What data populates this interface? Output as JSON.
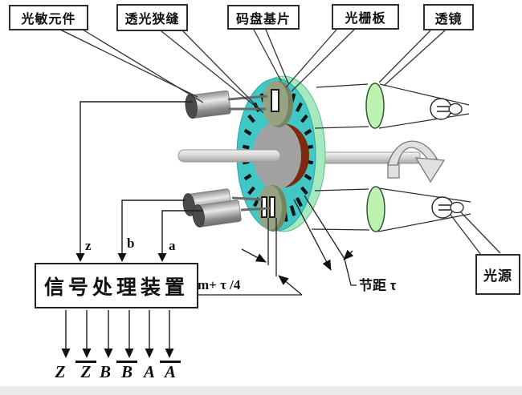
{
  "callouts": {
    "photosensitive_element": "光敏元件",
    "light_slit": "透光狭缝",
    "code_disk_substrate": "码盘基片",
    "grating_plate": "光栅板",
    "lens": "透镜",
    "light_source": "光源"
  },
  "signal_processor": {
    "label": "信号处理装置"
  },
  "annotations": {
    "pitch": "节距 τ",
    "offset": "m+ τ /4"
  },
  "input_signals": [
    "z",
    "b",
    "a"
  ],
  "output_signals": [
    {
      "label": "Z",
      "overbar": false
    },
    {
      "label": "Z",
      "overbar": true
    },
    {
      "label": "B",
      "overbar": false
    },
    {
      "label": "B",
      "overbar": true
    },
    {
      "label": "A",
      "overbar": false
    },
    {
      "label": "A",
      "overbar": true
    }
  ],
  "colors": {
    "disk_teal": "#41C8C6",
    "disk_rim_mint": "#A6E9BE",
    "hub_gray": "#A2A2A2",
    "inner_ring_maroon": "#7E2A10",
    "grating_olive_light": "#96A383",
    "grating_olive_dark": "#76855F",
    "lens_green": "#BDF2B0"
  }
}
